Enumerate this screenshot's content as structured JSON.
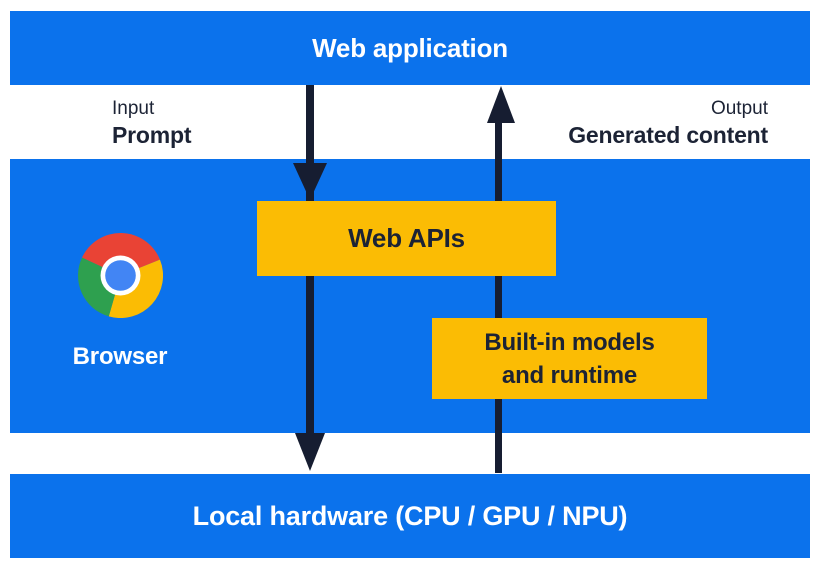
{
  "diagram": {
    "colors": {
      "blue": "#0B72EC",
      "yellow": "#FBBC04",
      "navy": "#161D31",
      "text_navy": "#1C2335",
      "chrome_red": "#E94335",
      "chrome_green": "#2EA04F",
      "chrome_yellow": "#FBBC04",
      "chrome_blue": "#4285F4"
    },
    "web_application_bar": {
      "label": "Web application"
    },
    "input_flow": {
      "kind_label": "Input",
      "name_label": "Prompt"
    },
    "output_flow": {
      "kind_label": "Output",
      "name_label": "Generated content"
    },
    "browser": {
      "label": "Browser",
      "icon": "chrome-browser-logo"
    },
    "web_apis_box": {
      "label": "Web APIs"
    },
    "builtin_models_box": {
      "line1": "Built-in models",
      "line2": "and runtime"
    },
    "local_hardware_bar": {
      "label": "Local hardware (CPU / GPU / NPU)"
    }
  }
}
